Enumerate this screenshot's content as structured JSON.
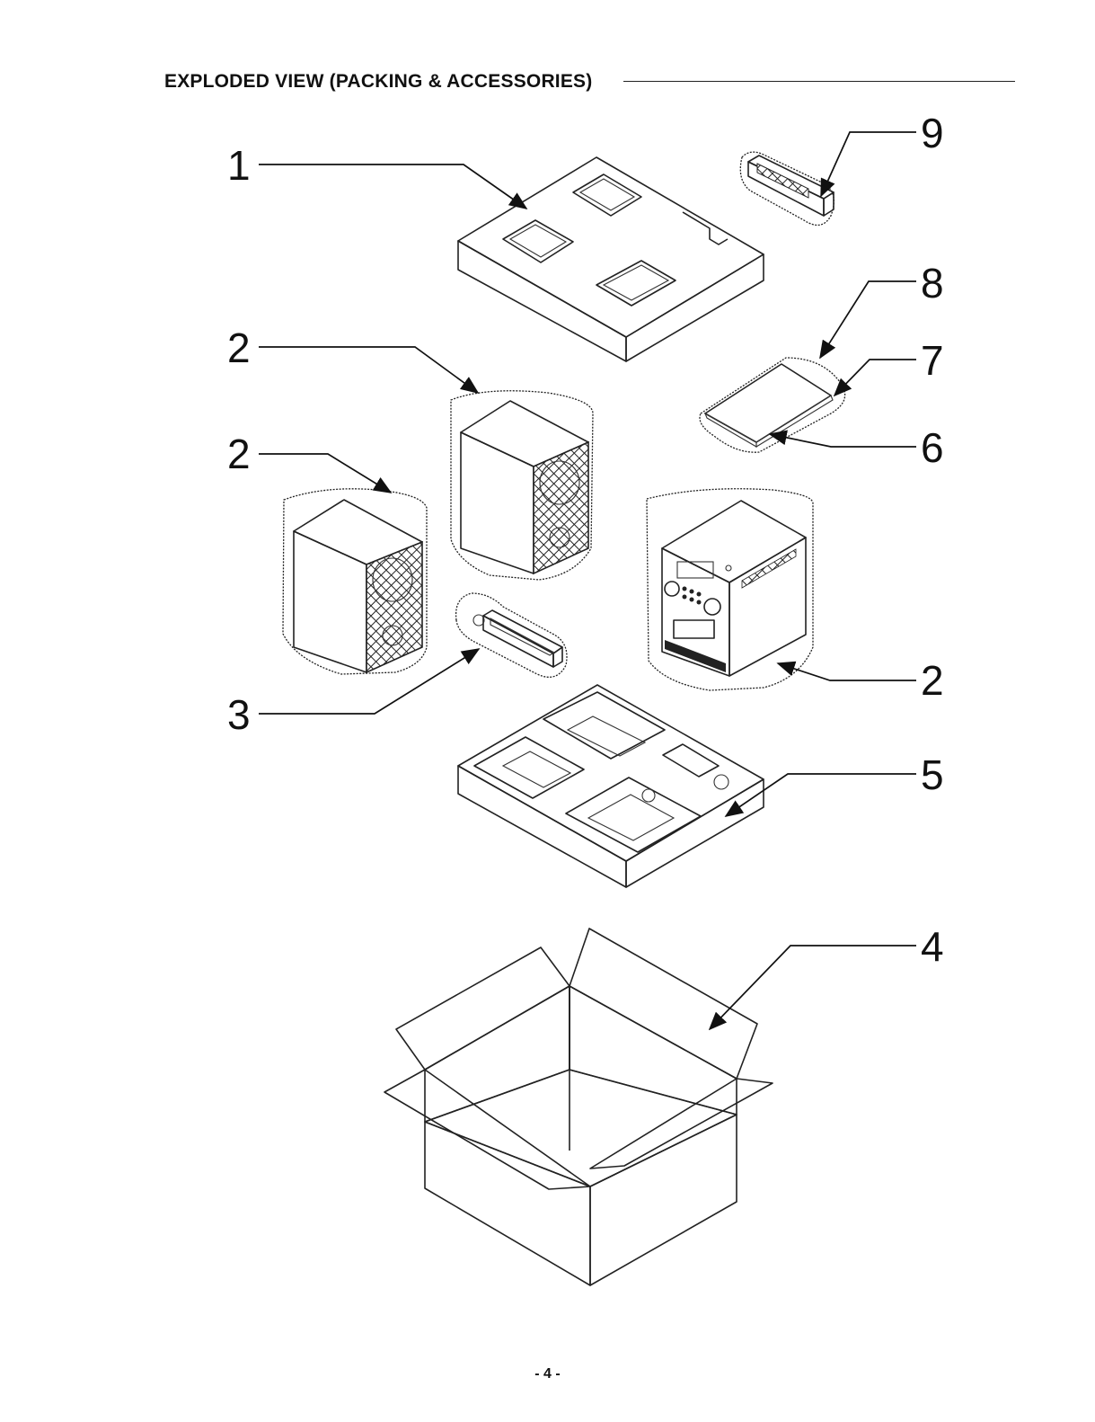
{
  "header": {
    "title": "EXPLODED VIEW (PACKING & ACCESSORIES)"
  },
  "callouts": {
    "c1": "1",
    "c2a": "2",
    "c2b": "2",
    "c2c": "2",
    "c3": "3",
    "c4": "4",
    "c5": "5",
    "c6": "6",
    "c7": "7",
    "c8": "8",
    "c9": "9"
  },
  "footer": {
    "page_number": "- 4 -"
  },
  "colors": {
    "ink": "#111111",
    "paper": "#ffffff"
  }
}
